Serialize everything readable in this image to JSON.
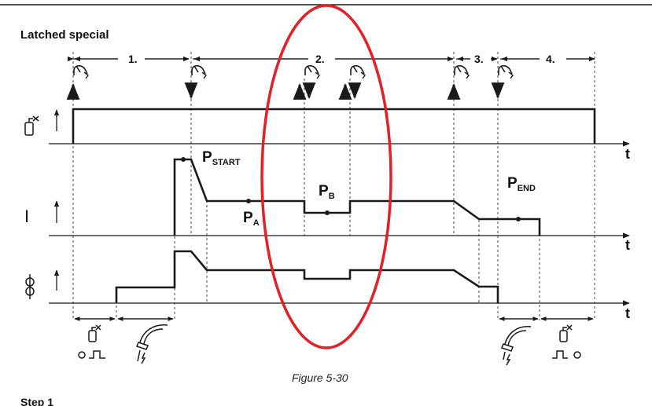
{
  "header": {
    "title": "Latched special"
  },
  "phases": {
    "p1": "1.",
    "p2": "2.",
    "p3": "3.",
    "p4": "4."
  },
  "time_axis_label": "t",
  "row_labels": {
    "current": "I"
  },
  "current_labels": {
    "start": {
      "main": "P",
      "sub": "START"
    },
    "main": {
      "main": "P",
      "sub": "A"
    },
    "reduced": {
      "main": "P",
      "sub": "B"
    },
    "end": {
      "main": "P",
      "sub": "END"
    }
  },
  "caption": "Figure 5-30",
  "footer": {
    "step_heading": "Step 1"
  },
  "highlight": {
    "color": "#e41f25",
    "shape": "ellipse"
  },
  "icons": {
    "torch_trigger": "torch-trigger-icon",
    "shielding_gas": "gas-cylinder-icon",
    "wire_feed": "wire-feed-icon",
    "gas_preflow": "gas-preflow-icon",
    "wire_creep": "wire-creep-icon",
    "burn_back": "burn-back-icon",
    "gas_postflow": "gas-postflow-icon"
  }
}
